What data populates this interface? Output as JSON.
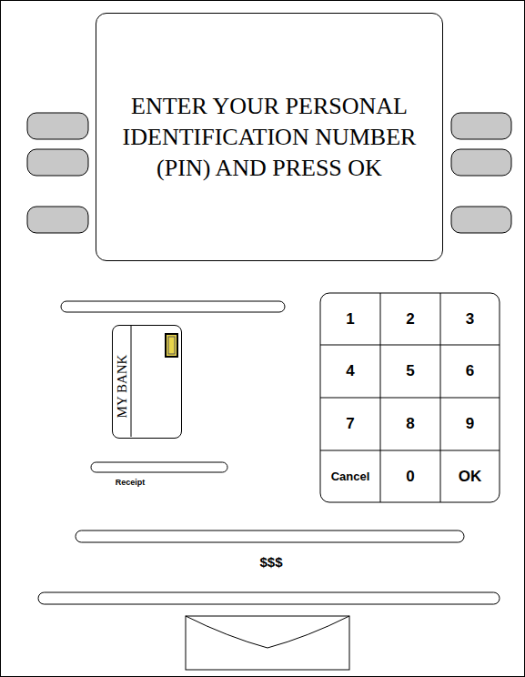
{
  "diagram": {
    "nodes": [
      {
        "text": [
          "ENTER YOUR PERSONAL IDENTIFICATION NUMBER (PIN) AND PRESS OK"
        ]
      },
      {
        "text": [
          "MY BANK"
        ]
      },
      {
        "text": [
          "1"
        ]
      },
      {
        "text": [
          "2"
        ]
      },
      {
        "text": [
          "3"
        ]
      },
      {
        "text": [
          "4"
        ]
      },
      {
        "text": [
          "5"
        ]
      },
      {
        "text": [
          "6"
        ]
      },
      {
        "text": [
          "7"
        ]
      },
      {
        "text": [
          "8"
        ]
      },
      {
        "text": [
          "9"
        ]
      },
      {
        "text": [
          "Cancel"
        ]
      },
      {
        "text": [
          "0"
        ]
      },
      {
        "text": [
          "OK"
        ]
      }
    ],
    "labels": [
      "Receipt",
      "$$$"
    ]
  }
}
